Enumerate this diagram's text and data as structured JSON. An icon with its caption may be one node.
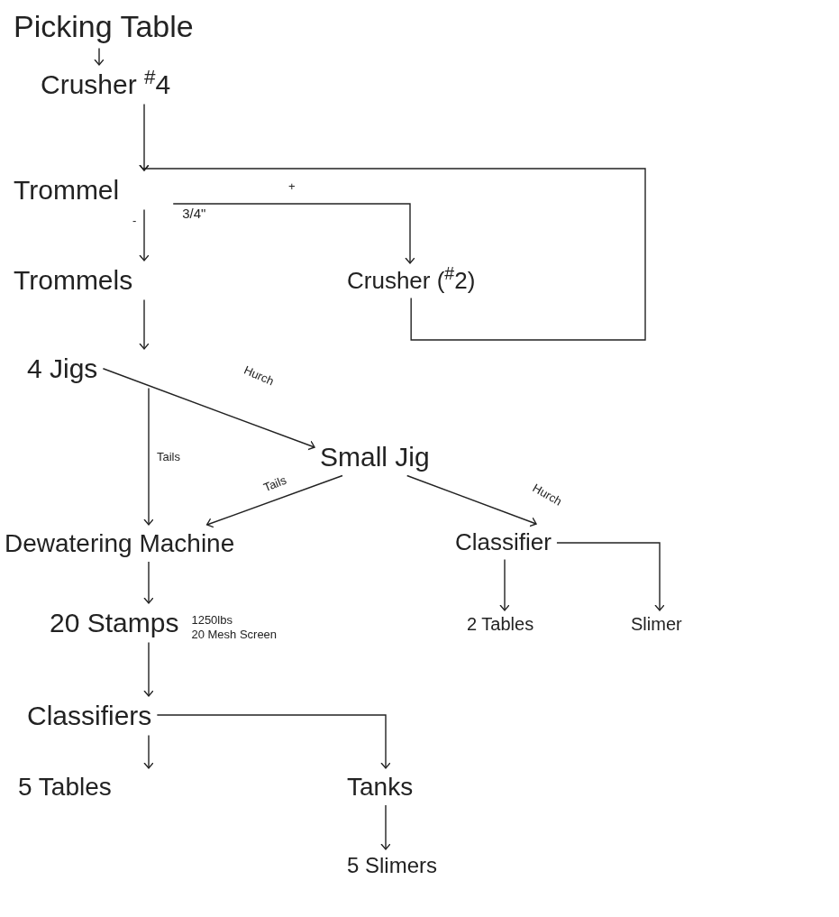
{
  "diagram": {
    "nodes": [
      {
        "text": [
          "Picking Table"
        ]
      },
      {
        "text": [
          "Crusher $^{#}$4"
        ]
      },
      {
        "text": [
          "Trommel"
        ],
        "beside": [
          "3/4\""
        ]
      },
      {
        "text": [
          "Trommels"
        ]
      },
      {
        "text": [
          "Crusher ($^{#}$2)"
        ]
      },
      {
        "text": [
          "4 Jigs"
        ]
      },
      {
        "text": [
          "Small Jig"
        ]
      },
      {
        "text": [
          "Dewatering Machine"
        ]
      },
      {
        "text": [
          "Classifier"
        ]
      },
      {
        "text": [
          "2 Tables"
        ]
      },
      {
        "text": [
          "Slimer"
        ]
      },
      {
        "text": [
          "20 Stamps"
        ],
        "beside": [
          "1250lbs",
          "20 Mesh Screen"
        ]
      },
      {
        "text": [
          "Classifiers"
        ]
      },
      {
        "text": [
          "5 Tables"
        ]
      },
      {
        "text": [
          "Tanks"
        ]
      },
      {
        "text": [
          "5 Slimers"
        ]
      }
    ],
    "edges": [
      {
        "from": 0,
        "to": 1,
        "arrow": "to"
      },
      {
        "from": 1,
        "to": 2,
        "arrow": "to"
      },
      {
        "from": 2,
        "to": 4,
        "label": "+",
        "arrow": "to"
      },
      {
        "from": 4,
        "to": 2,
        "arrow": "to"
      },
      {
        "from": 2,
        "to": 3,
        "label": "-",
        "arrow": "to"
      },
      {
        "from": 3,
        "to": 5,
        "arrow": "to"
      },
      {
        "from": 5,
        "to": 6,
        "label": "Hurch",
        "arrow": "to"
      },
      {
        "from": 5,
        "to": 7,
        "label": "Tails",
        "arrow": "to"
      },
      {
        "from": 6,
        "to": 7,
        "label": "Tails",
        "arrow": "to"
      },
      {
        "from": 6,
        "to": 8,
        "label": "Hurch",
        "arrow": "to"
      },
      {
        "from": 8,
        "to": 9,
        "arrow": "to"
      },
      {
        "from": 8,
        "to": 10,
        "arrow": "to"
      },
      {
        "from": 7,
        "to": 11,
        "arrow": "to"
      },
      {
        "from": 11,
        "to": 12,
        "arrow": "to"
      },
      {
        "from": 12,
        "to": 13,
        "arrow": "to"
      },
      {
        "from": 12,
        "to": 14,
        "arrow": "to"
      },
      {
        "from": 14,
        "to": 15,
        "arrow": "to"
      }
    ]
  }
}
